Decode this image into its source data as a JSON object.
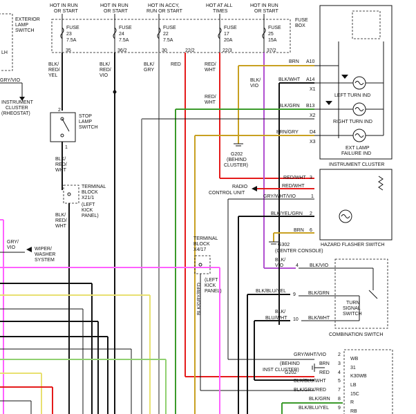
{
  "header": {
    "columns": [
      {
        "line1": "HOT IN RUN",
        "line2": "OR START"
      },
      {
        "line1": "HOT IN RUN",
        "line2": "OR START"
      },
      {
        "line1": "HOT IN ACCY,",
        "line2": "RUN OR START"
      },
      {
        "line1": "HOT AT ALL",
        "line2": "TIMES"
      },
      {
        "line1": "HOT IN RUN",
        "line2": "OR START"
      }
    ]
  },
  "fuse_box": {
    "label_line1": "FUSE",
    "label_line2": "BOX",
    "fuses": [
      {
        "word": "FUSE",
        "number": "23",
        "rating": "7.5A",
        "pin": "35"
      },
      {
        "word": "FUSE",
        "number": "24",
        "rating": "7.5A",
        "pin": "36/2"
      },
      {
        "word": "FUSE",
        "number": "22",
        "rating": "7.5A",
        "pin": "30"
      },
      {
        "word": "FUSE",
        "number": "17",
        "rating": "20A",
        "pin": "22/3"
      },
      {
        "word": "FUSE",
        "number": "25",
        "rating": "15A",
        "pin": "37/2"
      }
    ],
    "extra_pin": "22/2"
  },
  "left": {
    "ext_lamp_1": "EXTERIOR",
    "ext_lamp_2": "LAMP",
    "ext_lamp_3": "SWITCH",
    "lh": "LH",
    "gry_vio_top": "GRY/VIO",
    "inst_1": "INSTRUMENT",
    "inst_2": "CLUSTER",
    "inst_3": "(RHEOSTAT)",
    "gry_vio_1": "GRY/",
    "gry_vio_2": "VIO",
    "wiper_1": "WIPER/",
    "wiper_2": "WASHER",
    "wiper_3": "SYSTEM"
  },
  "wire_labels": {
    "w1": [
      "BLK/",
      "RED/",
      "YEL"
    ],
    "w2": [
      "BLK/",
      "RED/",
      "VIO"
    ],
    "w3": [
      "BLK/",
      "GRY"
    ],
    "w4": "RED",
    "w5": [
      "RED/",
      "WHT"
    ],
    "w5b": [
      "RED/",
      "WHT"
    ],
    "w6": [
      "BLK/",
      "VIO"
    ],
    "stop_out": [
      "BLK/",
      "RED/",
      "WHT"
    ],
    "tb_out": [
      "BLK/",
      "RED/",
      "WHT"
    ]
  },
  "stop_switch": {
    "l1": "STOP",
    "l2": "LAMP",
    "l3": "SWITCH",
    "pin_top": "2",
    "pin_bot": "1"
  },
  "terminal_block_1": {
    "l1": "TERMINAL",
    "l2": "BLOCK",
    "l3": "X21/1",
    "l4": "(LEFT",
    "l5": "KICK",
    "l6": "PANEL)"
  },
  "terminal_block_2": {
    "l1": "TERMINAL",
    "l2": "BLOCK",
    "l3": "X4/17",
    "l4": "(LEFT",
    "l5": "KICK",
    "l6": "PANEL)",
    "vwire": "BLK/GRY/RED"
  },
  "ground_g202": {
    "l1": "G202",
    "l2": "(BEHIND",
    "l3": "CLUSTER)"
  },
  "ground_g302": {
    "l1": "G302",
    "l2": "(CENTER CONSOLE)"
  },
  "indicators": {
    "a10": {
      "wire": "BRN",
      "pin": "A10"
    },
    "a14": {
      "wire": "BLK/WHT",
      "pin": "A14",
      "conn": "X1"
    },
    "b13": {
      "wire": "BLK/GRN",
      "pin": "B13",
      "conn": "X2"
    },
    "d4": {
      "wire": "BRN/GRY",
      "pin": "D4",
      "conn": "X3"
    },
    "left_turn": "LEFT TURN IND",
    "right_turn": "RIGHT TURN IND",
    "ext_fail_1": "EXT LAMP",
    "ext_fail_2": "FAILURE IND",
    "cluster_label": "INSTRUMENT CLUSTER"
  },
  "hazard": {
    "p3_wire": "RED/WHT",
    "p3": "3",
    "p4_wire": "RED/WHT",
    "p1_wire": "GRY/WHT/VIO",
    "p1": "1",
    "p2_wire": "BLK/YEL/GRN",
    "p2": "2",
    "p6_wire": "BRN",
    "p6": "6",
    "radio_1": "RADIO",
    "radio_2": "CONTROL UNIT",
    "label": "HAZARD FLASHER SWITCH"
  },
  "combination": {
    "blk_vio_1": "BLK/",
    "blk_vio_2": "VIO",
    "pin4": "4",
    "pin4_wire": "BLK/VIO",
    "in1": "BLK/BLU/YEL",
    "pin9": "9",
    "out1": "BLK/GRN",
    "in2_1": "BLK/",
    "in2_2": "BLU/WHT",
    "pin10": "10",
    "out2": "BLK/WHT",
    "ts_1": "TURN",
    "ts_2": "SIGNAL",
    "ts_3": "SWITCH",
    "label": "COMBINATION SWITCH"
  },
  "bottom_connector": {
    "rows": [
      {
        "wire": "GRY/WHT/VIO",
        "pin": "2",
        "name": "WB"
      },
      {
        "wire": "BRN",
        "pin": "3",
        "name": "31"
      },
      {
        "wire": "RED",
        "pin": "4",
        "name": "K30WB"
      },
      {
        "wire": "BLK/BLU/WHT",
        "pin": "5",
        "name": "LB"
      },
      {
        "wire": "BLK/GRY/RED",
        "pin": "7",
        "name": "15C"
      },
      {
        "wire": "BLK/GRN",
        "pin": "8",
        "name": "R"
      },
      {
        "wire": "BLK/BLU/YEL",
        "pin": "9",
        "name": "RB"
      }
    ],
    "behind_1": "(BEHIND",
    "behind_2": "INST CLUSTER)",
    "g202": "G202"
  },
  "colors": {
    "red": "#e41a1a",
    "brown": "#c8a020",
    "yellow": "#e8e070",
    "green": "#3a9a2a",
    "lightgreen": "#90d070",
    "violet": "#b050d0",
    "pink": "#ff60ff",
    "gray": "#909090",
    "black": "#111111"
  }
}
